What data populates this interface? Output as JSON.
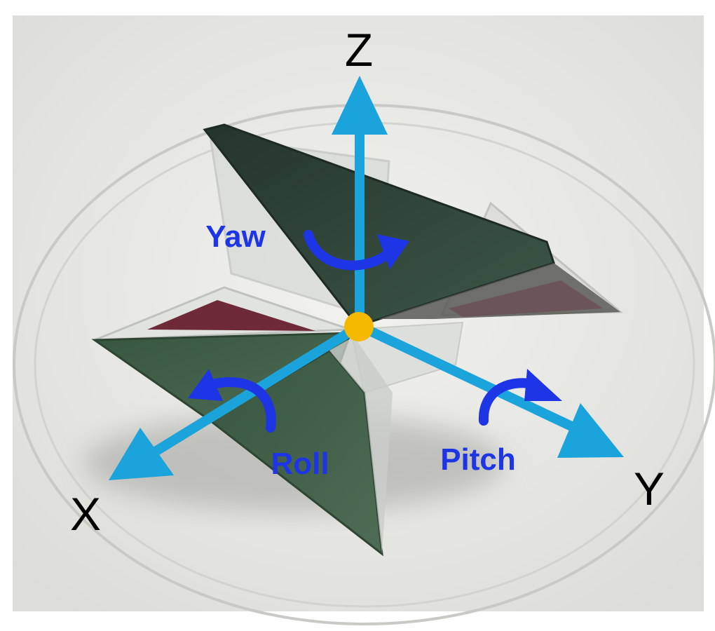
{
  "axes": {
    "z": "Z",
    "x": "X",
    "y": "Y"
  },
  "rotations": {
    "yaw": "Yaw",
    "roll": "Roll",
    "pitch": "Pitch"
  },
  "colors": {
    "axis": "#1BA3DB",
    "rotation": "#1E35E6",
    "origin": "#F5B800",
    "label": "#000000",
    "dark_panel": "#2F4A3A",
    "green_panel": "#3E5E45",
    "maroon_panel": "#6E2A38",
    "background": "#E8E8E4"
  }
}
